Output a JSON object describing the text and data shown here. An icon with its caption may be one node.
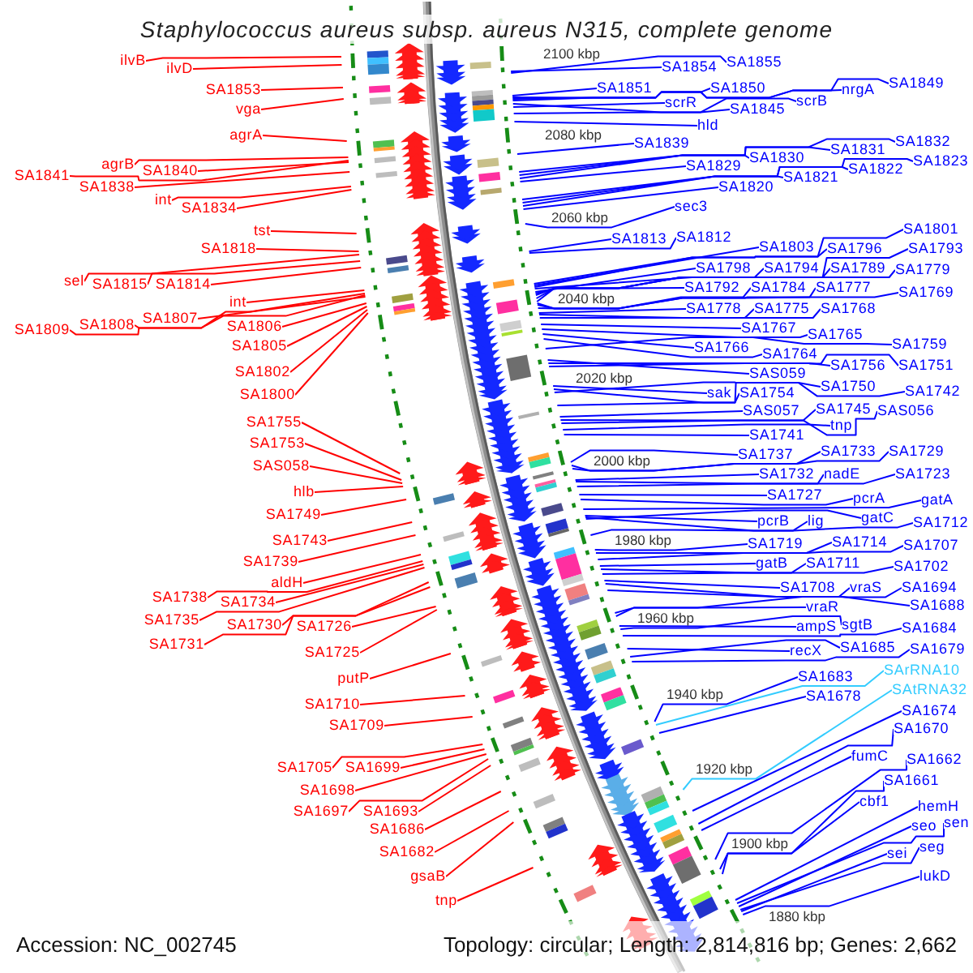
{
  "diagram": {
    "title": "Staphylococcus aureus subsp. aureus N315, complete genome",
    "nodes": [
      {
        "text": [
          "ilvB"
        ]
      },
      {
        "text": [
          "ilvD"
        ]
      },
      {
        "text": [
          "SA1853"
        ]
      },
      {
        "text": [
          "vga"
        ]
      },
      {
        "text": [
          "agrA"
        ]
      },
      {
        "text": [
          "SA1841"
        ]
      },
      {
        "text": [
          "agrB"
        ]
      },
      {
        "text": [
          "SA1840"
        ]
      },
      {
        "text": [
          "SA1838"
        ]
      },
      {
        "text": [
          "int"
        ]
      },
      {
        "text": [
          "SA1834"
        ]
      },
      {
        "text": [
          "tst"
        ]
      },
      {
        "text": [
          "SA1818"
        ]
      },
      {
        "text": [
          "sel"
        ]
      },
      {
        "text": [
          "SA1815"
        ]
      },
      {
        "text": [
          "SA1814"
        ]
      },
      {
        "text": [
          "int"
        ]
      },
      {
        "text": [
          "SA1809"
        ]
      },
      {
        "text": [
          "SA1808"
        ]
      },
      {
        "text": [
          "SA1807"
        ]
      },
      {
        "text": [
          "SA1806"
        ]
      },
      {
        "text": [
          "SA1805"
        ]
      },
      {
        "text": [
          "SA1802"
        ]
      },
      {
        "text": [
          "SA1800"
        ]
      },
      {
        "text": [
          "SA1755"
        ]
      },
      {
        "text": [
          "SA1753"
        ]
      },
      {
        "text": [
          "SAS058"
        ]
      },
      {
        "text": [
          "hlb"
        ]
      },
      {
        "text": [
          "SA1749"
        ]
      },
      {
        "text": [
          "SA1743"
        ]
      },
      {
        "text": [
          "SA1739"
        ]
      },
      {
        "text": [
          "aldH"
        ]
      },
      {
        "text": [
          "SA1738"
        ]
      },
      {
        "text": [
          "SA1734"
        ]
      },
      {
        "text": [
          "SA1735"
        ]
      },
      {
        "text": [
          "SA1730"
        ]
      },
      {
        "text": [
          "SA1726"
        ]
      },
      {
        "text": [
          "SA1731"
        ]
      },
      {
        "text": [
          "SA1725"
        ]
      },
      {
        "text": [
          "putP"
        ]
      },
      {
        "text": [
          "SA1710"
        ]
      },
      {
        "text": [
          "SA1709"
        ]
      },
      {
        "text": [
          "SA1705"
        ]
      },
      {
        "text": [
          "SA1699"
        ]
      },
      {
        "text": [
          "SA1698"
        ]
      },
      {
        "text": [
          "SA1697"
        ]
      },
      {
        "text": [
          "SA1693"
        ]
      },
      {
        "text": [
          "SA1686"
        ]
      },
      {
        "text": [
          "SA1682"
        ]
      },
      {
        "text": [
          "gsaB"
        ]
      },
      {
        "text": [
          "tnp"
        ]
      },
      {
        "text": [
          "SA1854"
        ]
      },
      {
        "text": [
          "SA1855"
        ]
      },
      {
        "text": [
          "SA1851"
        ]
      },
      {
        "text": [
          "SA1850"
        ]
      },
      {
        "text": [
          "nrgA"
        ]
      },
      {
        "text": [
          "SA1849"
        ]
      },
      {
        "text": [
          "scrR"
        ]
      },
      {
        "text": [
          "scrB"
        ]
      },
      {
        "text": [
          "SA1845"
        ]
      },
      {
        "text": [
          "hld"
        ]
      },
      {
        "text": [
          "SA1839"
        ]
      },
      {
        "text": [
          "SA1830"
        ]
      },
      {
        "text": [
          "SA1831"
        ]
      },
      {
        "text": [
          "SA1832"
        ]
      },
      {
        "text": [
          "SA1829"
        ]
      },
      {
        "text": [
          "SA1821"
        ]
      },
      {
        "text": [
          "SA1822"
        ]
      },
      {
        "text": [
          "SA1823"
        ]
      },
      {
        "text": [
          "SA1820"
        ]
      },
      {
        "text": [
          "sec3"
        ]
      },
      {
        "text": [
          "SA1813"
        ]
      },
      {
        "text": [
          "SA1812"
        ]
      },
      {
        "text": [
          "SA1801"
        ]
      },
      {
        "text": [
          "SA1803"
        ]
      },
      {
        "text": [
          "SA1796"
        ]
      },
      {
        "text": [
          "SA1793"
        ]
      },
      {
        "text": [
          "SA1798"
        ]
      },
      {
        "text": [
          "SA1794"
        ]
      },
      {
        "text": [
          "SA1789"
        ]
      },
      {
        "text": [
          "SA1779"
        ]
      },
      {
        "text": [
          "SA1792"
        ]
      },
      {
        "text": [
          "SA1784"
        ]
      },
      {
        "text": [
          "SA1777"
        ]
      },
      {
        "text": [
          "SA1769"
        ]
      },
      {
        "text": [
          "SA1778"
        ]
      },
      {
        "text": [
          "SA1775"
        ]
      },
      {
        "text": [
          "SA1768"
        ]
      },
      {
        "text": [
          "SA1767"
        ]
      },
      {
        "text": [
          "SA1765"
        ]
      },
      {
        "text": [
          "SA1766"
        ]
      },
      {
        "text": [
          "SA1764"
        ]
      },
      {
        "text": [
          "SA1759"
        ]
      },
      {
        "text": [
          "SAS059"
        ]
      },
      {
        "text": [
          "SA1756"
        ]
      },
      {
        "text": [
          "SA1751"
        ]
      },
      {
        "text": [
          "sak"
        ]
      },
      {
        "text": [
          "SA1754"
        ]
      },
      {
        "text": [
          "SA1750"
        ]
      },
      {
        "text": [
          "SA1742"
        ]
      },
      {
        "text": [
          "SAS057"
        ]
      },
      {
        "text": [
          "SA1745"
        ]
      },
      {
        "text": [
          "SAS056"
        ]
      },
      {
        "text": [
          "tnp"
        ]
      },
      {
        "text": [
          "SA1741"
        ]
      },
      {
        "text": [
          "SA1737"
        ]
      },
      {
        "text": [
          "SA1733"
        ]
      },
      {
        "text": [
          "SA1729"
        ]
      },
      {
        "text": [
          "SA1732"
        ]
      },
      {
        "text": [
          "nadE"
        ]
      },
      {
        "text": [
          "SA1723"
        ]
      },
      {
        "text": [
          "SA1727"
        ]
      },
      {
        "text": [
          "pcrA"
        ]
      },
      {
        "text": [
          "gatA"
        ]
      },
      {
        "text": [
          "pcrB"
        ]
      },
      {
        "text": [
          "lig"
        ]
      },
      {
        "text": [
          "gatC"
        ]
      },
      {
        "text": [
          "SA1712"
        ]
      },
      {
        "text": [
          "SA1719"
        ]
      },
      {
        "text": [
          "SA1714"
        ]
      },
      {
        "text": [
          "SA1707"
        ]
      },
      {
        "text": [
          "gatB"
        ]
      },
      {
        "text": [
          "SA1711"
        ]
      },
      {
        "text": [
          "SA1702"
        ]
      },
      {
        "text": [
          "SA1708"
        ]
      },
      {
        "text": [
          "vraS"
        ]
      },
      {
        "text": [
          "SA1694"
        ]
      },
      {
        "text": [
          "vraR"
        ]
      },
      {
        "text": [
          "SA1688"
        ]
      },
      {
        "text": [
          "ampS"
        ]
      },
      {
        "text": [
          "sgtB"
        ]
      },
      {
        "text": [
          "SA1684"
        ]
      },
      {
        "text": [
          "recX"
        ]
      },
      {
        "text": [
          "SA1685"
        ]
      },
      {
        "text": [
          "SA1679"
        ]
      },
      {
        "text": [
          "SArRNA10"
        ]
      },
      {
        "text": [
          "SA1683"
        ]
      },
      {
        "text": [
          "SAtRNA32"
        ]
      },
      {
        "text": [
          "SA1678"
        ]
      },
      {
        "text": [
          "SA1674"
        ]
      },
      {
        "text": [
          "SA1670"
        ]
      },
      {
        "text": [
          "fumC"
        ]
      },
      {
        "text": [
          "SA1662"
        ]
      },
      {
        "text": [
          "SA1661"
        ]
      },
      {
        "text": [
          "cbf1"
        ]
      },
      {
        "text": [
          "hemH"
        ]
      },
      {
        "text": [
          "seo"
        ]
      },
      {
        "text": [
          "sen"
        ]
      },
      {
        "text": [
          "seg"
        ]
      },
      {
        "text": [
          "sei"
        ]
      },
      {
        "text": [
          "lukD"
        ]
      }
    ],
    "edges": [
      {
        "from": 0,
        "to": null,
        "arrow": "none",
        "color": "#ff0000"
      },
      {
        "from": 1,
        "to": null,
        "arrow": "none",
        "color": "#ff0000"
      },
      {
        "from": 2,
        "to": null,
        "arrow": "none",
        "color": "#ff0000"
      },
      {
        "from": 3,
        "to": null,
        "arrow": "none",
        "color": "#ff0000"
      },
      {
        "from": 4,
        "to": null,
        "arrow": "none",
        "color": "#ff0000"
      },
      {
        "from": 5,
        "to": null,
        "arrow": "none",
        "color": "#ff0000"
      },
      {
        "from": 6,
        "to": null,
        "arrow": "none",
        "color": "#ff0000"
      },
      {
        "from": 7,
        "to": null,
        "arrow": "none",
        "color": "#ff0000"
      },
      {
        "from": 8,
        "to": null,
        "arrow": "none",
        "color": "#ff0000"
      },
      {
        "from": 9,
        "to": null,
        "arrow": "none",
        "color": "#ff0000"
      },
      {
        "from": 10,
        "to": null,
        "arrow": "none",
        "color": "#ff0000"
      },
      {
        "from": 11,
        "to": null,
        "arrow": "none",
        "color": "#ff0000"
      },
      {
        "from": 12,
        "to": null,
        "arrow": "none",
        "color": "#ff0000"
      },
      {
        "from": 13,
        "to": null,
        "arrow": "none",
        "color": "#ff0000"
      },
      {
        "from": 14,
        "to": null,
        "arrow": "none",
        "color": "#ff0000"
      },
      {
        "from": 15,
        "to": null,
        "arrow": "none",
        "color": "#ff0000"
      },
      {
        "from": 16,
        "to": null,
        "arrow": "none",
        "color": "#ff0000"
      },
      {
        "from": 17,
        "to": null,
        "arrow": "none",
        "color": "#ff0000"
      },
      {
        "from": 18,
        "to": null,
        "arrow": "none",
        "color": "#ff0000"
      },
      {
        "from": 19,
        "to": null,
        "arrow": "none",
        "color": "#ff0000"
      },
      {
        "from": 20,
        "to": null,
        "arrow": "none",
        "color": "#ff0000"
      },
      {
        "from": 21,
        "to": null,
        "arrow": "none",
        "color": "#ff0000"
      },
      {
        "from": 22,
        "to": null,
        "arrow": "none",
        "color": "#ff0000"
      },
      {
        "from": 23,
        "to": null,
        "arrow": "none",
        "color": "#ff0000"
      },
      {
        "from": 24,
        "to": null,
        "arrow": "none",
        "color": "#ff0000"
      },
      {
        "from": 25,
        "to": null,
        "arrow": "none",
        "color": "#ff0000"
      },
      {
        "from": 26,
        "to": null,
        "arrow": "none",
        "color": "#ff0000"
      },
      {
        "from": 27,
        "to": null,
        "arrow": "none",
        "color": "#ff0000"
      },
      {
        "from": 28,
        "to": null,
        "arrow": "none",
        "color": "#ff0000"
      },
      {
        "from": 29,
        "to": null,
        "arrow": "none",
        "color": "#ff0000"
      },
      {
        "from": 30,
        "to": null,
        "arrow": "none",
        "color": "#ff0000"
      },
      {
        "from": 31,
        "to": null,
        "arrow": "none",
        "color": "#ff0000"
      },
      {
        "from": 32,
        "to": null,
        "arrow": "none",
        "color": "#ff0000"
      },
      {
        "from": 33,
        "to": null,
        "arrow": "none",
        "color": "#ff0000"
      },
      {
        "from": 34,
        "to": null,
        "arrow": "none",
        "color": "#ff0000"
      },
      {
        "from": 35,
        "to": null,
        "arrow": "none",
        "color": "#ff0000"
      },
      {
        "from": 36,
        "to": null,
        "arrow": "none",
        "color": "#ff0000"
      },
      {
        "from": 37,
        "to": null,
        "arrow": "none",
        "color": "#ff0000"
      },
      {
        "from": 38,
        "to": null,
        "arrow": "none",
        "color": "#ff0000"
      },
      {
        "from": 39,
        "to": null,
        "arrow": "none",
        "color": "#ff0000"
      },
      {
        "from": 40,
        "to": null,
        "arrow": "none",
        "color": "#ff0000"
      },
      {
        "from": 41,
        "to": null,
        "arrow": "none",
        "color": "#ff0000"
      },
      {
        "from": 42,
        "to": null,
        "arrow": "none",
        "color": "#ff0000"
      },
      {
        "from": 43,
        "to": null,
        "arrow": "none",
        "color": "#ff0000"
      },
      {
        "from": 44,
        "to": null,
        "arrow": "none",
        "color": "#ff0000"
      },
      {
        "from": 45,
        "to": null,
        "arrow": "none",
        "color": "#ff0000"
      },
      {
        "from": 46,
        "to": null,
        "arrow": "none",
        "color": "#ff0000"
      },
      {
        "from": 47,
        "to": null,
        "arrow": "none",
        "color": "#ff0000"
      },
      {
        "from": 48,
        "to": null,
        "arrow": "none",
        "color": "#ff0000"
      },
      {
        "from": 49,
        "to": null,
        "arrow": "none",
        "color": "#ff0000"
      },
      {
        "from": 50,
        "to": null,
        "arrow": "none",
        "color": "#ff0000"
      },
      {
        "from": 51,
        "to": null,
        "arrow": "none"
      },
      {
        "from": 52,
        "to": null,
        "arrow": "none"
      },
      {
        "from": 53,
        "to": null,
        "arrow": "none"
      },
      {
        "from": 54,
        "to": null,
        "arrow": "none"
      },
      {
        "from": 55,
        "to": null,
        "arrow": "none"
      },
      {
        "from": 56,
        "to": null,
        "arrow": "none"
      },
      {
        "from": 57,
        "to": null,
        "arrow": "none"
      },
      {
        "from": 58,
        "to": null,
        "arrow": "none"
      },
      {
        "from": 59,
        "to": null,
        "arrow": "none"
      },
      {
        "from": 60,
        "to": null,
        "arrow": "none"
      },
      {
        "from": 61,
        "to": null,
        "arrow": "none"
      },
      {
        "from": 62,
        "to": null,
        "arrow": "none"
      },
      {
        "from": 63,
        "to": null,
        "arrow": "none"
      },
      {
        "from": 64,
        "to": null,
        "arrow": "none"
      },
      {
        "from": 65,
        "to": null,
        "arrow": "none"
      },
      {
        "from": 66,
        "to": null,
        "arrow": "none"
      },
      {
        "from": 67,
        "to": null,
        "arrow": "none"
      },
      {
        "from": 68,
        "to": null,
        "arrow": "none"
      },
      {
        "from": 69,
        "to": null,
        "arrow": "none"
      },
      {
        "from": 70,
        "to": null,
        "arrow": "none"
      },
      {
        "from": 71,
        "to": null,
        "arrow": "none"
      },
      {
        "from": 72,
        "to": null,
        "arrow": "none"
      },
      {
        "from": 73,
        "to": null,
        "arrow": "none"
      },
      {
        "from": 74,
        "to": null,
        "arrow": "none"
      },
      {
        "from": 75,
        "to": null,
        "arrow": "none"
      },
      {
        "from": 76,
        "to": null,
        "arrow": "none"
      },
      {
        "from": 77,
        "to": null,
        "arrow": "none"
      },
      {
        "from": 78,
        "to": null,
        "arrow": "none"
      },
      {
        "from": 79,
        "to": null,
        "arrow": "none"
      },
      {
        "from": 80,
        "to": null,
        "arrow": "none"
      },
      {
        "from": 81,
        "to": null,
        "arrow": "none"
      },
      {
        "from": 82,
        "to": null,
        "arrow": "none"
      },
      {
        "from": 83,
        "to": null,
        "arrow": "none"
      },
      {
        "from": 84,
        "to": null,
        "arrow": "none"
      },
      {
        "from": 85,
        "to": null,
        "arrow": "none"
      },
      {
        "from": 86,
        "to": null,
        "arrow": "none"
      },
      {
        "from": 87,
        "to": null,
        "arrow": "none"
      },
      {
        "from": 88,
        "to": null,
        "arrow": "none"
      },
      {
        "from": 89,
        "to": null,
        "arrow": "none"
      },
      {
        "from": 90,
        "to": null,
        "arrow": "none"
      },
      {
        "from": 91,
        "to": null,
        "arrow": "none"
      },
      {
        "from": 92,
        "to": null,
        "arrow": "none"
      },
      {
        "from": 93,
        "to": null,
        "arrow": "none"
      },
      {
        "from": 94,
        "to": null,
        "arrow": "none"
      },
      {
        "from": 95,
        "to": null,
        "arrow": "none"
      },
      {
        "from": 96,
        "to": null,
        "arrow": "none"
      },
      {
        "from": 97,
        "to": null,
        "arrow": "none"
      },
      {
        "from": 98,
        "to": null,
        "arrow": "none"
      },
      {
        "from": 99,
        "to": null,
        "arrow": "none"
      },
      {
        "from": 100,
        "to": null,
        "arrow": "none"
      },
      {
        "from": 101,
        "to": null,
        "arrow": "none"
      },
      {
        "from": 102,
        "to": null,
        "arrow": "none"
      },
      {
        "from": 103,
        "to": null,
        "arrow": "none"
      },
      {
        "from": 104,
        "to": null,
        "arrow": "none"
      },
      {
        "from": 105,
        "to": null,
        "arrow": "none"
      },
      {
        "from": 106,
        "to": null,
        "arrow": "none"
      },
      {
        "from": 107,
        "to": null,
        "arrow": "none"
      },
      {
        "from": 108,
        "to": null,
        "arrow": "none"
      },
      {
        "from": 109,
        "to": null,
        "arrow": "none"
      },
      {
        "from": 110,
        "to": null,
        "arrow": "none"
      },
      {
        "from": 111,
        "to": null,
        "arrow": "none"
      },
      {
        "from": 112,
        "to": null,
        "arrow": "none"
      },
      {
        "from": 113,
        "to": null,
        "arrow": "none"
      },
      {
        "from": 114,
        "to": null,
        "arrow": "none"
      },
      {
        "from": 115,
        "to": null,
        "arrow": "none"
      },
      {
        "from": 116,
        "to": null,
        "arrow": "none"
      },
      {
        "from": 117,
        "to": null,
        "arrow": "none"
      },
      {
        "from": 118,
        "to": null,
        "arrow": "none"
      },
      {
        "from": 119,
        "to": null,
        "arrow": "none"
      },
      {
        "from": 120,
        "to": null,
        "arrow": "none"
      },
      {
        "from": 121,
        "to": null,
        "arrow": "none"
      },
      {
        "from": 122,
        "to": null,
        "arrow": "none"
      },
      {
        "from": 123,
        "to": null,
        "arrow": "none"
      },
      {
        "from": 124,
        "to": null,
        "arrow": "none"
      },
      {
        "from": 125,
        "to": null,
        "arrow": "none"
      },
      {
        "from": 126,
        "to": null,
        "arrow": "none"
      },
      {
        "from": 127,
        "to": null,
        "arrow": "none"
      },
      {
        "from": 128,
        "to": null,
        "arrow": "none"
      },
      {
        "from": 129,
        "to": null,
        "arrow": "none"
      },
      {
        "from": 130,
        "to": null,
        "arrow": "none"
      },
      {
        "from": 131,
        "to": null,
        "arrow": "none"
      },
      {
        "from": 132,
        "to": null,
        "arrow": "none"
      },
      {
        "from": 133,
        "to": null,
        "arrow": "none"
      },
      {
        "from": 134,
        "to": null,
        "arrow": "none"
      },
      {
        "from": 135,
        "to": null,
        "arrow": "none",
        "color": "#33ccff"
      },
      {
        "from": 136,
        "to": null,
        "arrow": "none"
      },
      {
        "from": 137,
        "to": null,
        "arrow": "none",
        "color": "#33ccff"
      },
      {
        "from": 138,
        "to": null,
        "arrow": "none"
      },
      {
        "from": 139,
        "to": null,
        "arrow": "none"
      },
      {
        "from": 140,
        "to": null,
        "arrow": "none"
      },
      {
        "from": 141,
        "to": null,
        "arrow": "none"
      },
      {
        "from": 142,
        "to": null,
        "arrow": "none"
      },
      {
        "from": 143,
        "to": null,
        "arrow": "none"
      },
      {
        "from": 144,
        "to": null,
        "arrow": "none"
      },
      {
        "from": 145,
        "to": null,
        "arrow": "none"
      },
      {
        "from": 146,
        "to": null,
        "arrow": "none"
      },
      {
        "from": 147,
        "to": null,
        "arrow": "none"
      },
      {
        "from": 148,
        "to": null,
        "arrow": "none"
      },
      {
        "from": 149,
        "to": null,
        "arrow": "none"
      },
      {
        "from": 150,
        "to": null,
        "arrow": "none"
      }
    ],
    "labels": [
      "2100 kbp",
      "2080 kbp",
      "2060 kbp",
      "2040 kbp",
      "2020 kbp",
      "2000 kbp",
      "1980 kbp",
      "1960 kbp",
      "1940 kbp",
      "1920 kbp",
      "1900 kbp",
      "1880 kbp",
      "Accession: NC_002745",
      "Topology: circular; Length: 2,814,816 bp; Genes: 2,662"
    ]
  }
}
